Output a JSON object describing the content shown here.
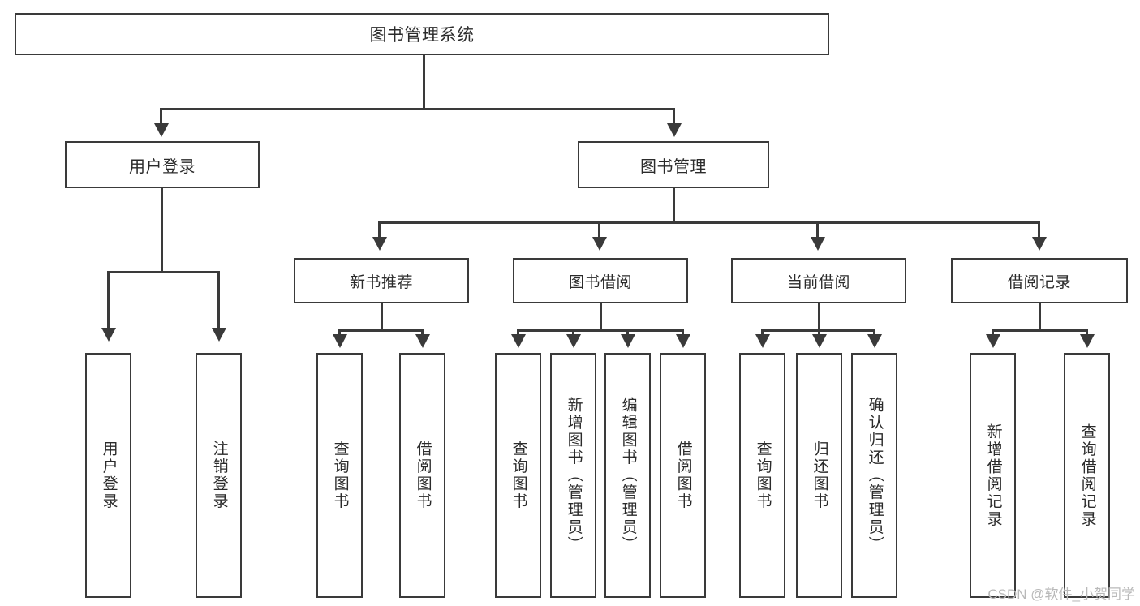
{
  "diagram": {
    "type": "tree",
    "title": "图书管理系统",
    "root": {
      "label": "图书管理系统"
    },
    "tier2": [
      {
        "label": "用户登录"
      },
      {
        "label": "图书管理"
      }
    ],
    "tier3": [
      {
        "label": "新书推荐"
      },
      {
        "label": "图书借阅"
      },
      {
        "label": "当前借阅"
      },
      {
        "label": "借阅记录"
      }
    ],
    "leaves": {
      "user_login": [
        {
          "label": "用户登录"
        },
        {
          "label": "注销登录"
        }
      ],
      "new_book_recommend": [
        {
          "label": "查询图书"
        },
        {
          "label": "借阅图书"
        }
      ],
      "book_borrow": [
        {
          "label": "查询图书"
        },
        {
          "label": "新增图书（管理员）"
        },
        {
          "label": "编辑图书（管理员）"
        },
        {
          "label": "借阅图书"
        }
      ],
      "current_borrow": [
        {
          "label": "查询图书"
        },
        {
          "label": "归还图书"
        },
        {
          "label": "确认归还（管理员）"
        }
      ],
      "borrow_record": [
        {
          "label": "新增借阅记录"
        },
        {
          "label": "查询借阅记录"
        }
      ]
    }
  },
  "watermark": {
    "text": "CSDN @软件_小贺同学"
  },
  "colors": {
    "stroke": "#3a3a3a",
    "text": "#2b2b2b",
    "background": "#ffffff",
    "watermark": "#b9b9b9"
  }
}
